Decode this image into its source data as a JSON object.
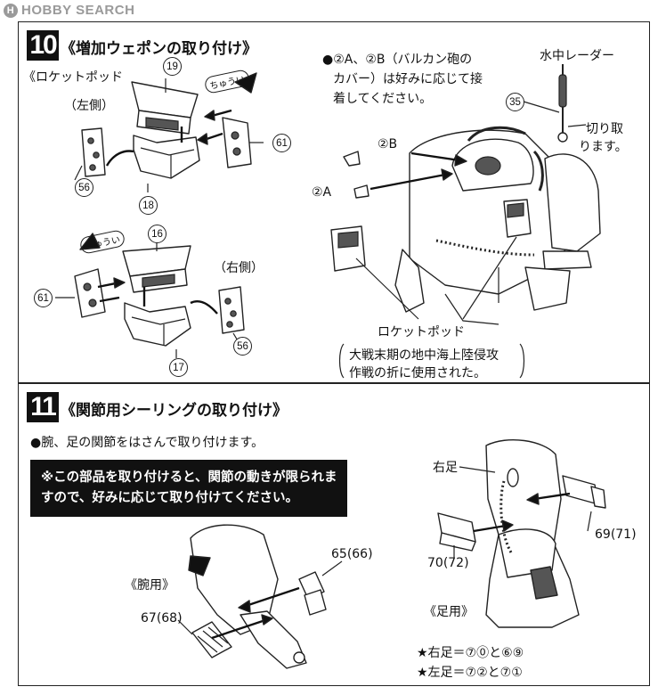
{
  "watermark": {
    "text": "HOBBY SEARCH",
    "badge": "H"
  },
  "step10": {
    "number": "10",
    "title": "《増加ウェポンの取り付け》",
    "rocket_pod_label": "《ロケットポッド",
    "left_side": "（左側）",
    "right_side": "（右側）",
    "note_line1": "●②A、②B（バルカン砲の",
    "note_line2": "カバー）は好みに応じて接",
    "note_line3": "着してください。",
    "sonar_label": "水中レーダー",
    "cut_line1": "切り取",
    "cut_line2": "ります。",
    "part_2b": "②B",
    "part_2a": "②A",
    "rocket_pod_caption": "ロケットポッド",
    "history_line1": "大戦末期の地中海上陸侵攻",
    "history_line2": "作戦の折に使用された。",
    "badge_text": "ちゅうい",
    "parts": {
      "p19": "19",
      "p61a": "61",
      "p56a": "56",
      "p18": "18",
      "p16": "16",
      "p61b": "61",
      "p56b": "56",
      "p17": "17",
      "p35": "35"
    }
  },
  "step11": {
    "number": "11",
    "title": "《関節用シーリングの取り付け》",
    "instruction": "●腕、足の関節をはさんで取り付けます。",
    "warning_line1": "※この部品を取り付けると、関節の動きが限られま",
    "warning_line2": "すので、好みに応じて取り付けてください。",
    "arm_label": "《腕用》",
    "leg_label": "《足用》",
    "right_leg_label": "右足",
    "parts": {
      "p65_66": "65(66)",
      "p67_68": "67(68)",
      "p69_71": "69(71)",
      "p70_72": "70(72)"
    },
    "legend_line1": "★右足＝⑦⓪と⑥⑨",
    "legend_line2": "★左足＝⑦②と⑦①"
  }
}
